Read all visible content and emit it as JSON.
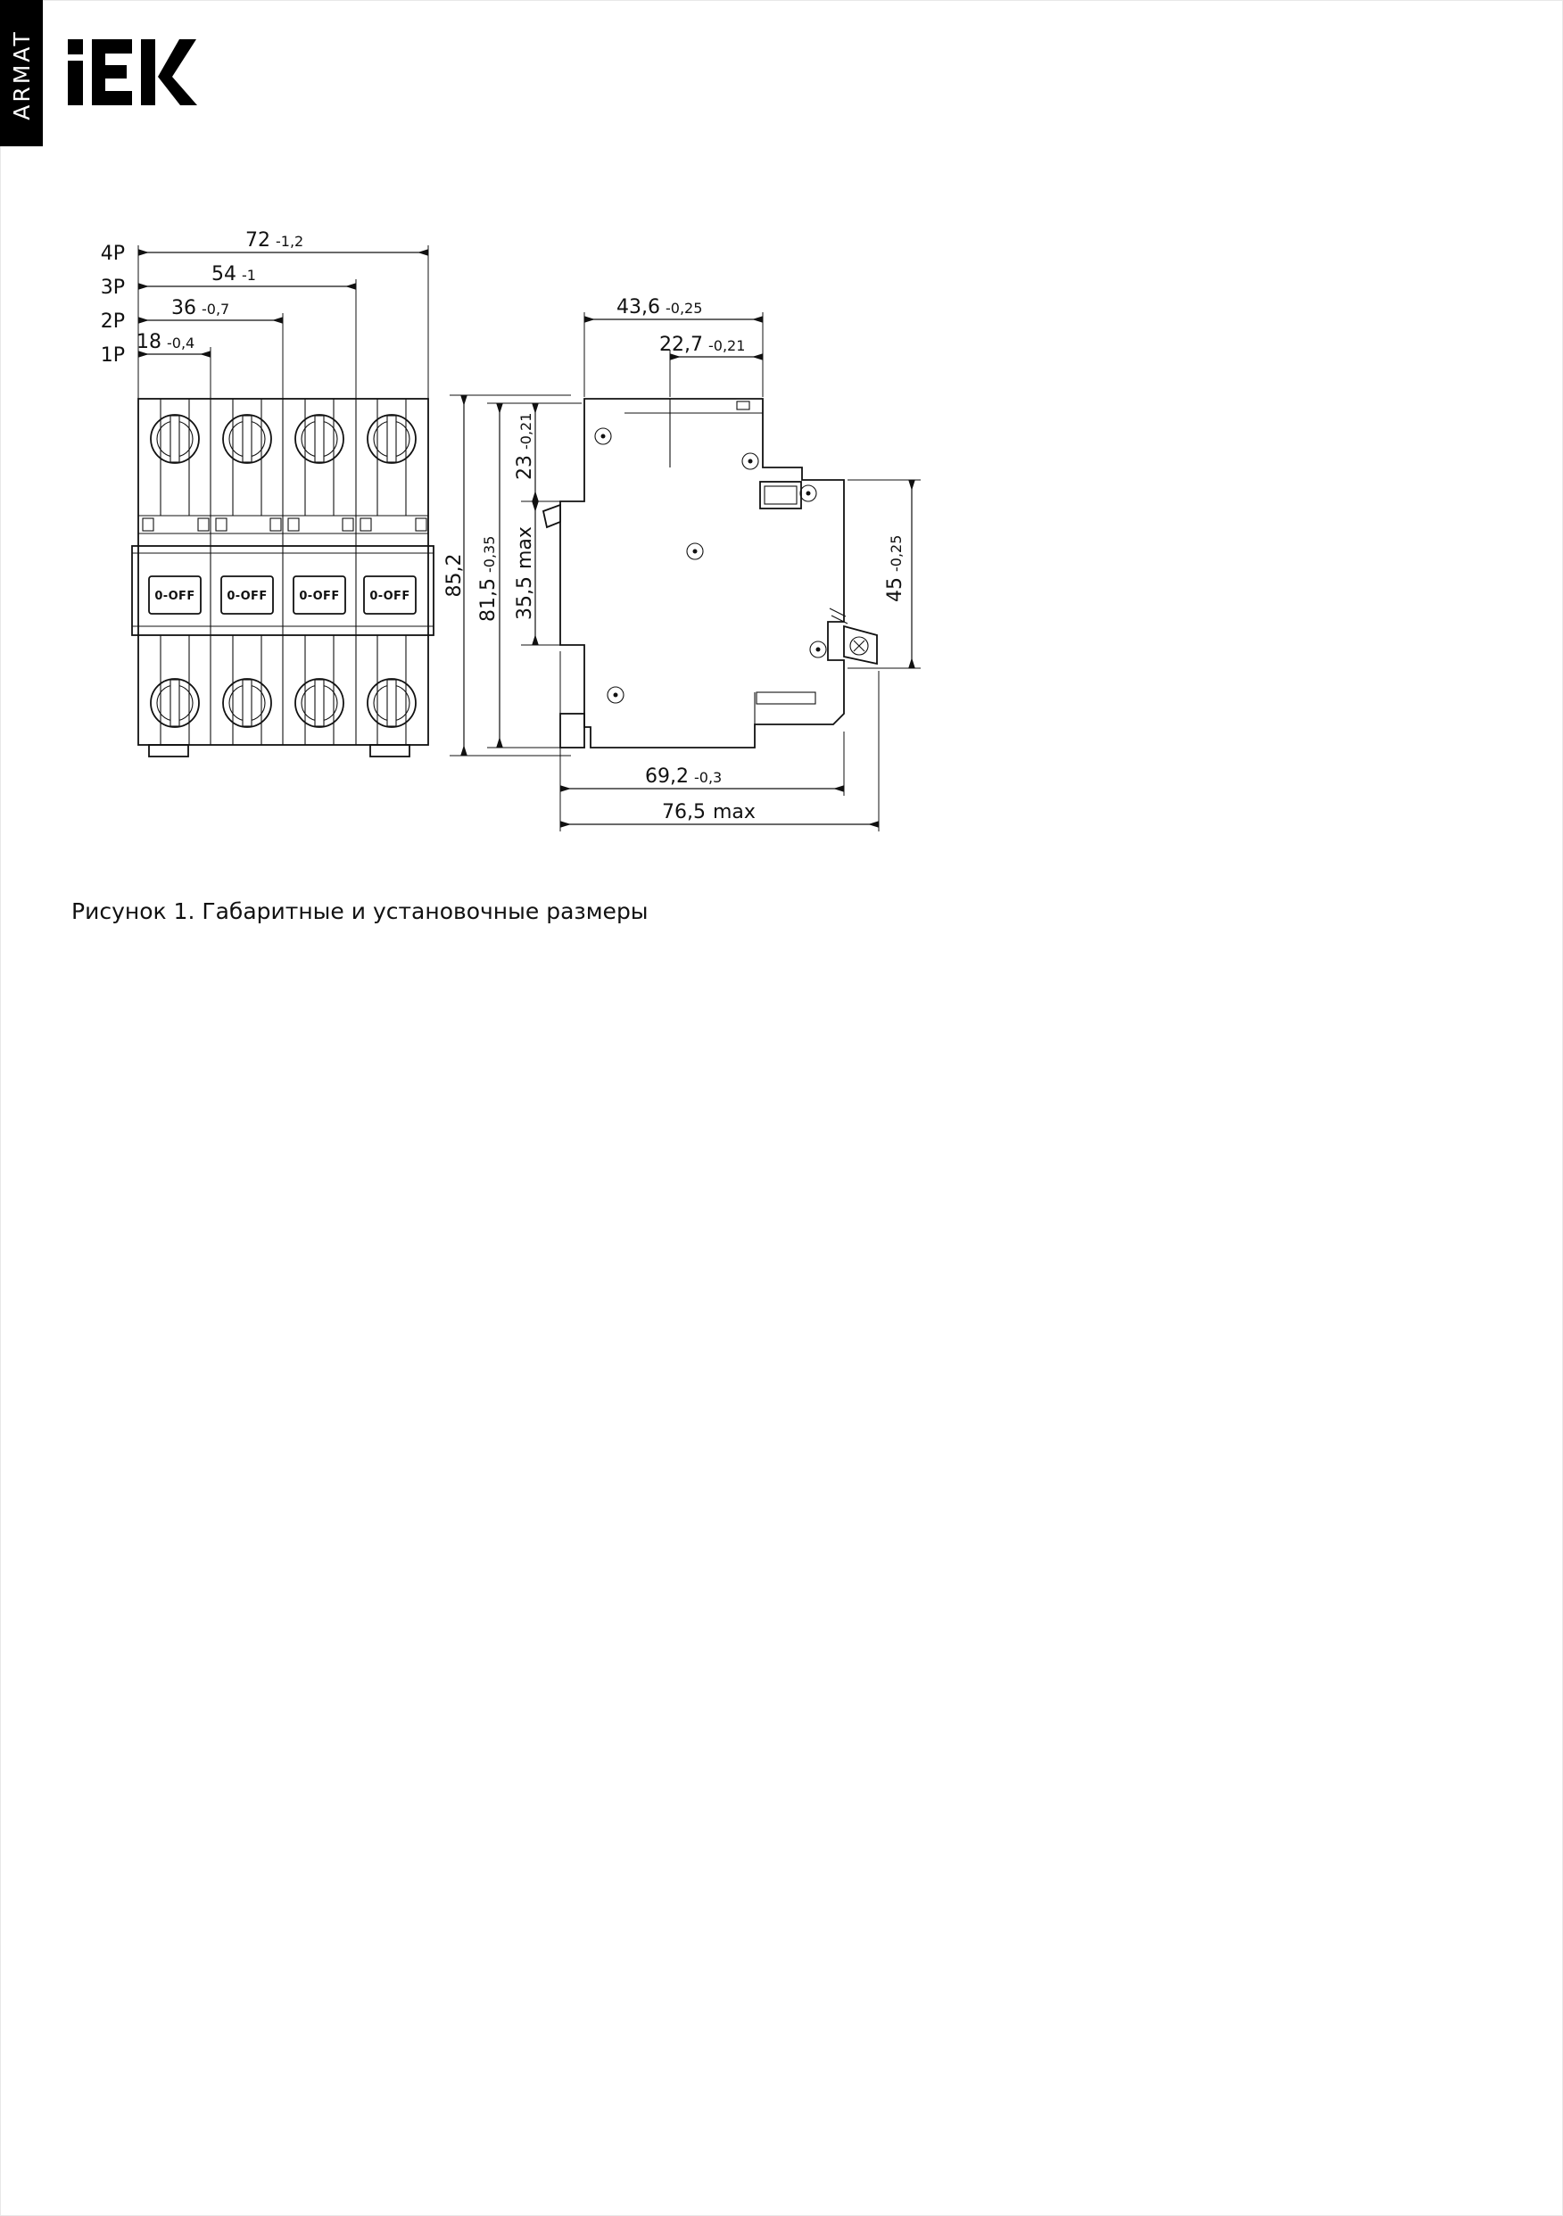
{
  "page": {
    "caption": "Рисунок 1. Габаритные и установочные размеры"
  },
  "brand": {
    "logo": "IEK",
    "series": "ARMAT"
  },
  "front_view": {
    "toggle_label": "0-OFF",
    "pole_dims": [
      {
        "pole": "4P",
        "value": "72",
        "tol": "-1,2"
      },
      {
        "pole": "3P",
        "value": "54",
        "tol": "-1"
      },
      {
        "pole": "2P",
        "value": "36",
        "tol": "-0,7"
      },
      {
        "pole": "1P",
        "value": "18",
        "tol": "-0,4"
      }
    ]
  },
  "side_view": {
    "overall_height": {
      "value": "85,2"
    },
    "body_height": {
      "value": "81,5",
      "tol": "-0,35"
    },
    "top_section": {
      "value": "23",
      "tol": "-0,21"
    },
    "front_section": {
      "value": "35,5",
      "suffix": "max"
    },
    "top_depth": {
      "value": "43,6",
      "tol": "-0,25"
    },
    "upper_depth": {
      "value": "22,7",
      "tol": "-0,21"
    },
    "din_height": {
      "value": "45",
      "tol": "-0,25"
    },
    "body_depth": {
      "value": "69,2",
      "tol": "-0,3"
    },
    "max_depth": {
      "value": "76,5",
      "suffix": "max"
    }
  }
}
